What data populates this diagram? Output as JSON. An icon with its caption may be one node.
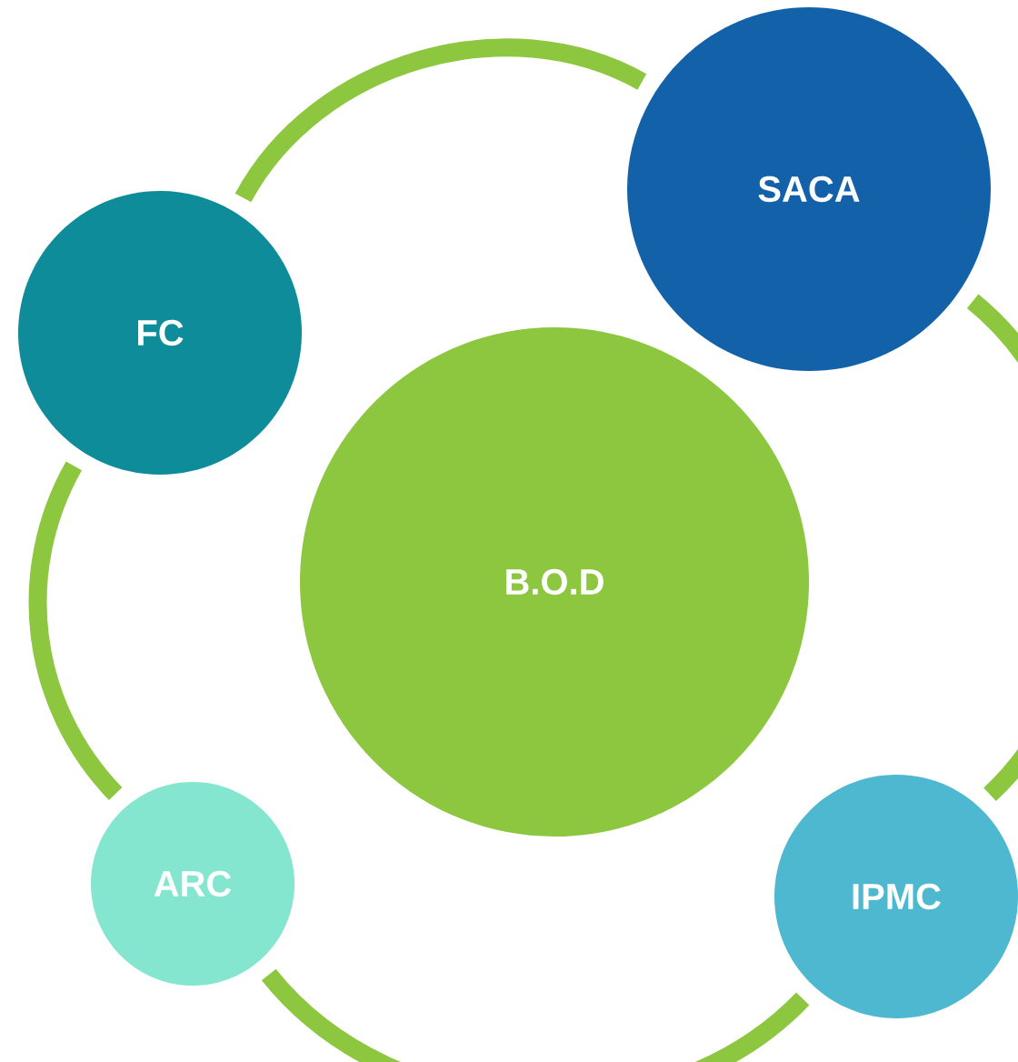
{
  "diagram": {
    "nodes": [
      {
        "text": [
          "SACA"
        ]
      },
      {
        "text": [
          "FC"
        ]
      },
      {
        "text": [
          "B.O.D"
        ]
      },
      {
        "text": [
          "ARC"
        ]
      },
      {
        "text": [
          "IPMC"
        ]
      }
    ],
    "edges": [
      {
        "from": 1,
        "to": 0,
        "arrow": "none"
      },
      {
        "from": 0,
        "to": 4,
        "arrow": "none"
      },
      {
        "from": 4,
        "to": 3,
        "arrow": "none"
      },
      {
        "from": 3,
        "to": 1,
        "arrow": "none"
      }
    ]
  }
}
